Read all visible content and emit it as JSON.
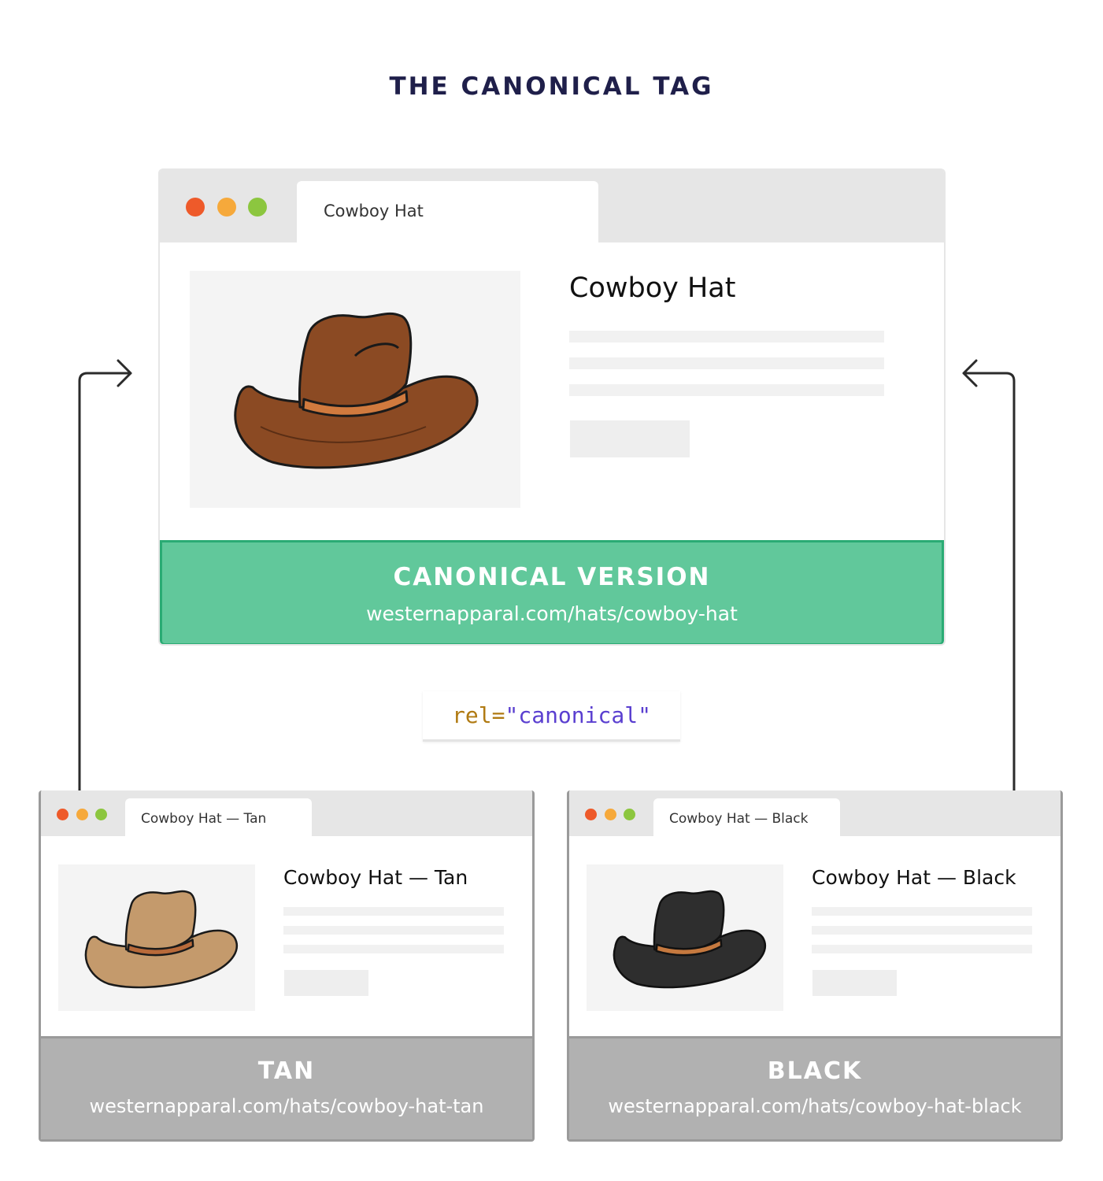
{
  "title": "THE CANONICAL TAG",
  "colors": {
    "title": "#1f1f4a",
    "canonical_fill": "#61c89b",
    "canonical_border": "#2aab74",
    "variant_fill": "#b1b1b1",
    "variant_border": "#9a9a9a",
    "dot_red": "#ee5a2a",
    "dot_yellow": "#f6a93b",
    "dot_green": "#8cc63f",
    "hat_brown": "#8b4a23",
    "hat_tan": "#c49a6c",
    "hat_black": "#2e2e2e",
    "code_attr": "#b07a12",
    "code_value": "#5a3fd0"
  },
  "main_browser": {
    "tab_label": "Cowboy Hat",
    "product_title": "Cowboy Hat",
    "image_icon": "cowboy-hat-brown",
    "footer_label": "CANONICAL VERSION",
    "footer_url": "westernapparal.com/hats/cowboy-hat"
  },
  "code_snippet": {
    "attr": "rel=",
    "value": "\"canonical\""
  },
  "tan_browser": {
    "tab_label": "Cowboy Hat — Tan",
    "product_title": "Cowboy Hat — Tan",
    "image_icon": "cowboy-hat-tan",
    "footer_label": "TAN",
    "footer_url": "westernapparal.com/hats/cowboy-hat-tan"
  },
  "black_browser": {
    "tab_label": "Cowboy Hat — Black",
    "product_title": "Cowboy Hat — Black",
    "image_icon": "cowboy-hat-black",
    "footer_label": "BLACK",
    "footer_url": "westernapparal.com/hats/cowboy-hat-black"
  }
}
